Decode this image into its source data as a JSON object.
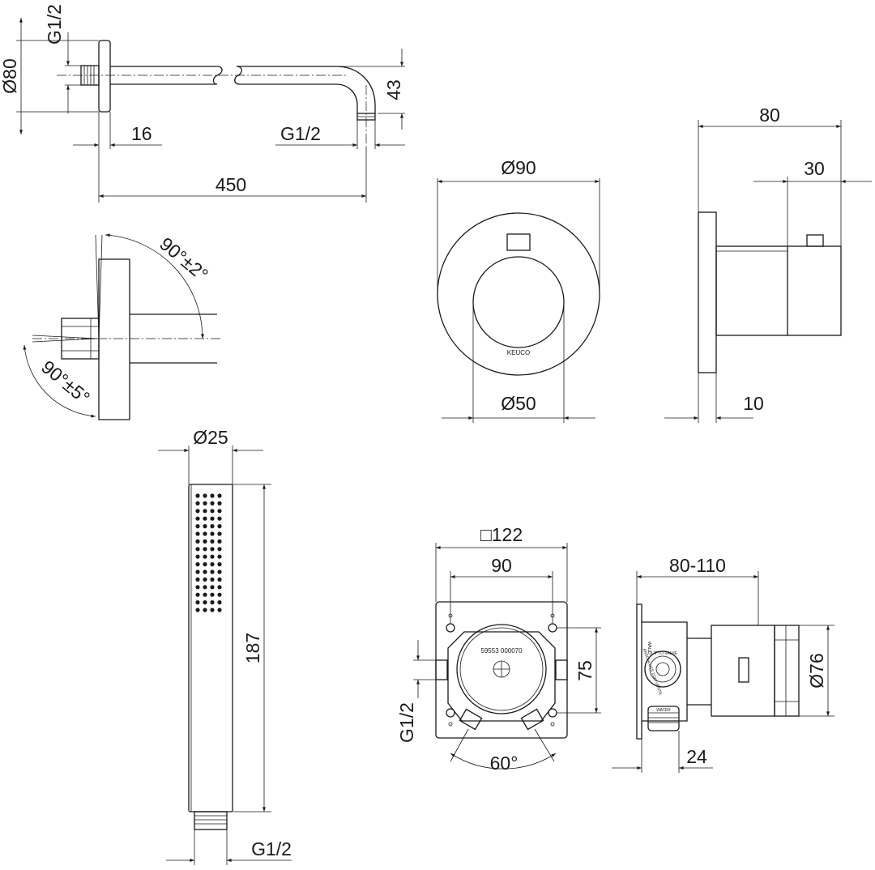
{
  "labels": {
    "pipe_thread": "G1/2",
    "rosette_diameter": "Ø80",
    "nozzle_thread": "G1/2",
    "arm_height": "43",
    "flange_depth": "16",
    "arm_length": "450",
    "angle_upper": "90°±2°",
    "angle_lower": "90°±5°",
    "cover_diameter": "Ø90",
    "knob_diameter": "Ø50",
    "side_depth": "80",
    "knob_depth": "30",
    "plate_thickness": "10",
    "hand_diameter": "Ø25",
    "hand_length": "187",
    "hand_thread": "G1/2",
    "box_square": "□122",
    "hole_spacing": "90",
    "hole_vertical": "75",
    "box_thread": "G1/2",
    "port_angle": "60°",
    "install_depth": "80-110",
    "body_diameter": "Ø76",
    "port_offset": "24"
  },
  "markings": {
    "brand": "KEUCO",
    "part_number": "59553 000070",
    "valve_text": "OUT TO VALVE",
    "stamp_text": "ANSCHLUSS ZUM VENTIL",
    "wall_text": "WALL",
    "water_text": "WATER"
  }
}
